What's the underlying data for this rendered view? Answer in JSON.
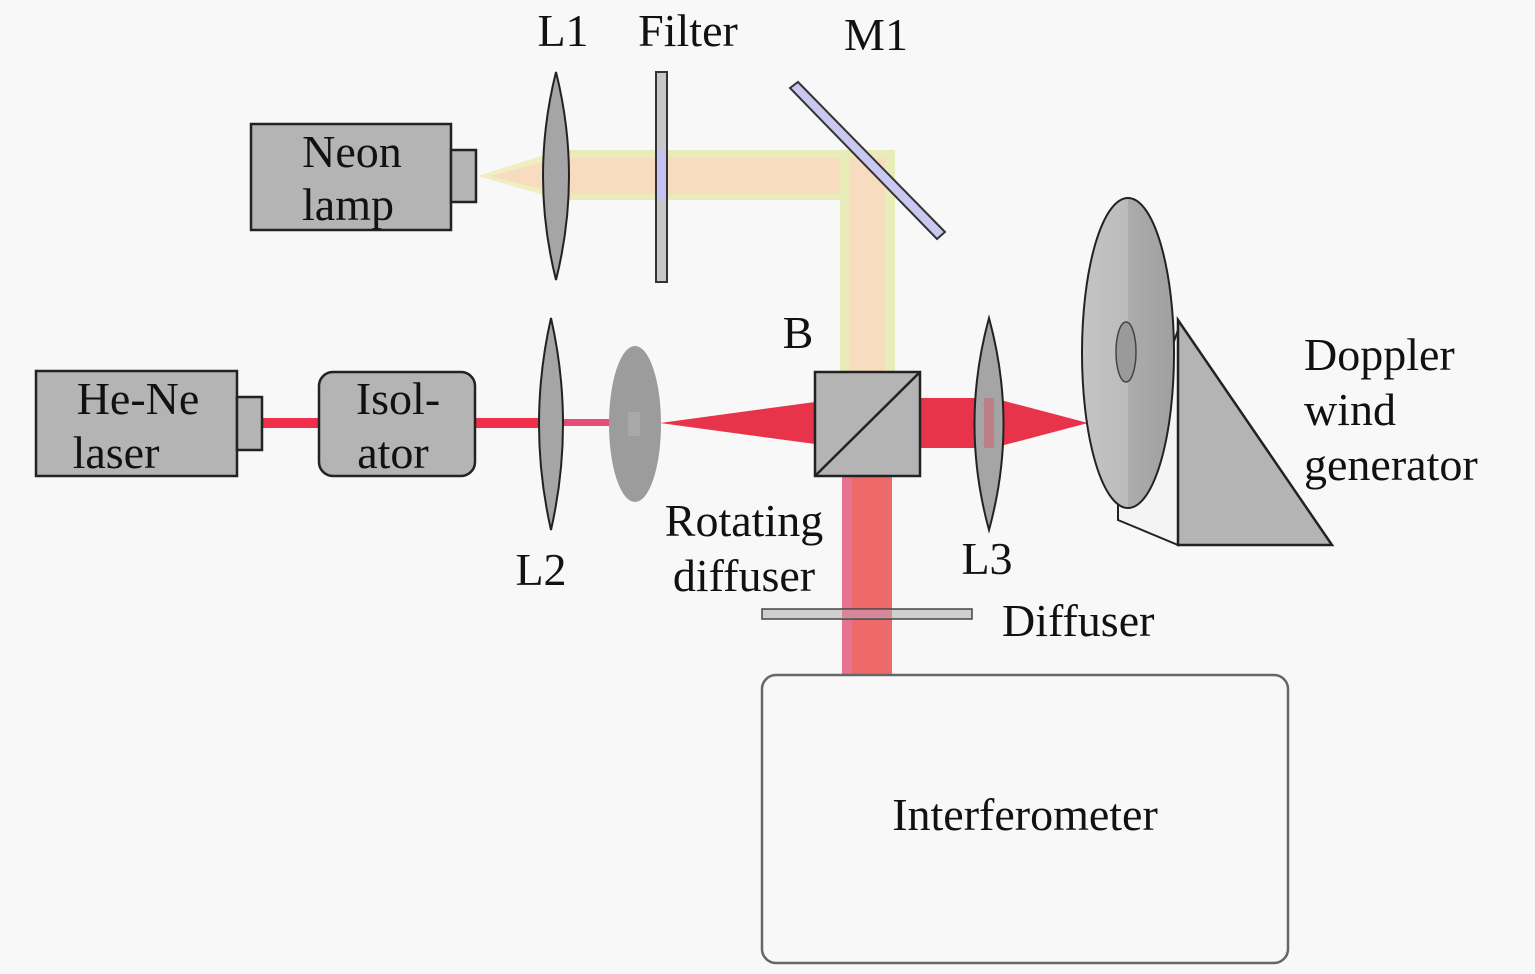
{
  "labels": {
    "neon_lamp": [
      "Neon",
      "lamp"
    ],
    "laser": [
      "He-Ne",
      "laser"
    ],
    "isolator": [
      "Isol-",
      "ator"
    ],
    "l1": "L1",
    "filter": "Filter",
    "m1": "M1",
    "l2": "L2",
    "b": "B",
    "rotating_diffuser": [
      "Rotating",
      "diffuser"
    ],
    "l3": "L3",
    "diffuser": "Diffuser",
    "doppler": [
      "Doppler",
      "wind",
      "generator"
    ],
    "interferometer": "Interferometer"
  },
  "colors": {
    "laser_beam": "#f0304a",
    "neon_beam": "#f8dcc0",
    "neon_beam_edge": "#e8eab8",
    "mirror": "#c8c8f0",
    "component_fill": "#b4b4b4",
    "lens_fill": "#a5a5a5",
    "output_beam": "#ee6a6a"
  }
}
